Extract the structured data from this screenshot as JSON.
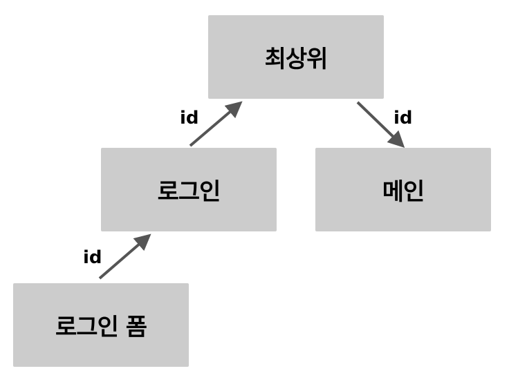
{
  "nodes": {
    "top": "최상위",
    "login": "로그인",
    "main": "메인",
    "login_form": "로그인 폼"
  },
  "edges": [
    {
      "from": "login",
      "to": "top",
      "label": "id"
    },
    {
      "from": "top",
      "to": "main",
      "label": "id"
    },
    {
      "from": "login_form",
      "to": "login",
      "label": "id"
    }
  ],
  "colors": {
    "node_fill": "#cccccc",
    "arrow": "#555555",
    "text": "#000000"
  }
}
